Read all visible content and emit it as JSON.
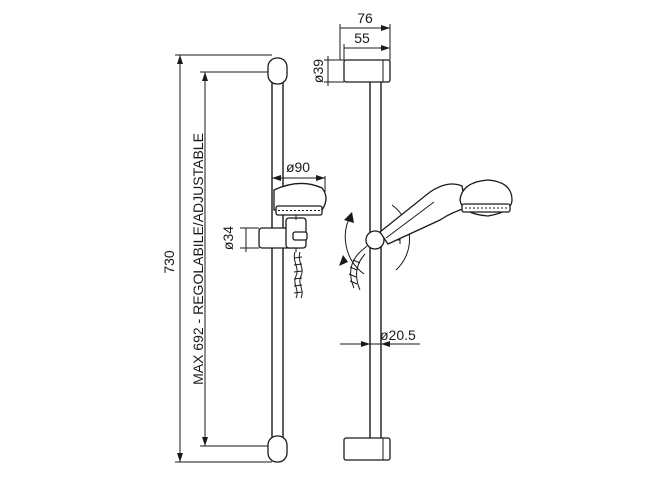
{
  "dimensions": {
    "total_length": "730",
    "adjustable": "MAX 692 - REGOLABILE/ADJUSTABLE",
    "bracket_diameter": "ø39",
    "head_diameter": "ø90",
    "slider_diameter": "ø34",
    "bar_diameter": "ø20.5",
    "projection_outer": "76",
    "projection_inner": "55"
  }
}
